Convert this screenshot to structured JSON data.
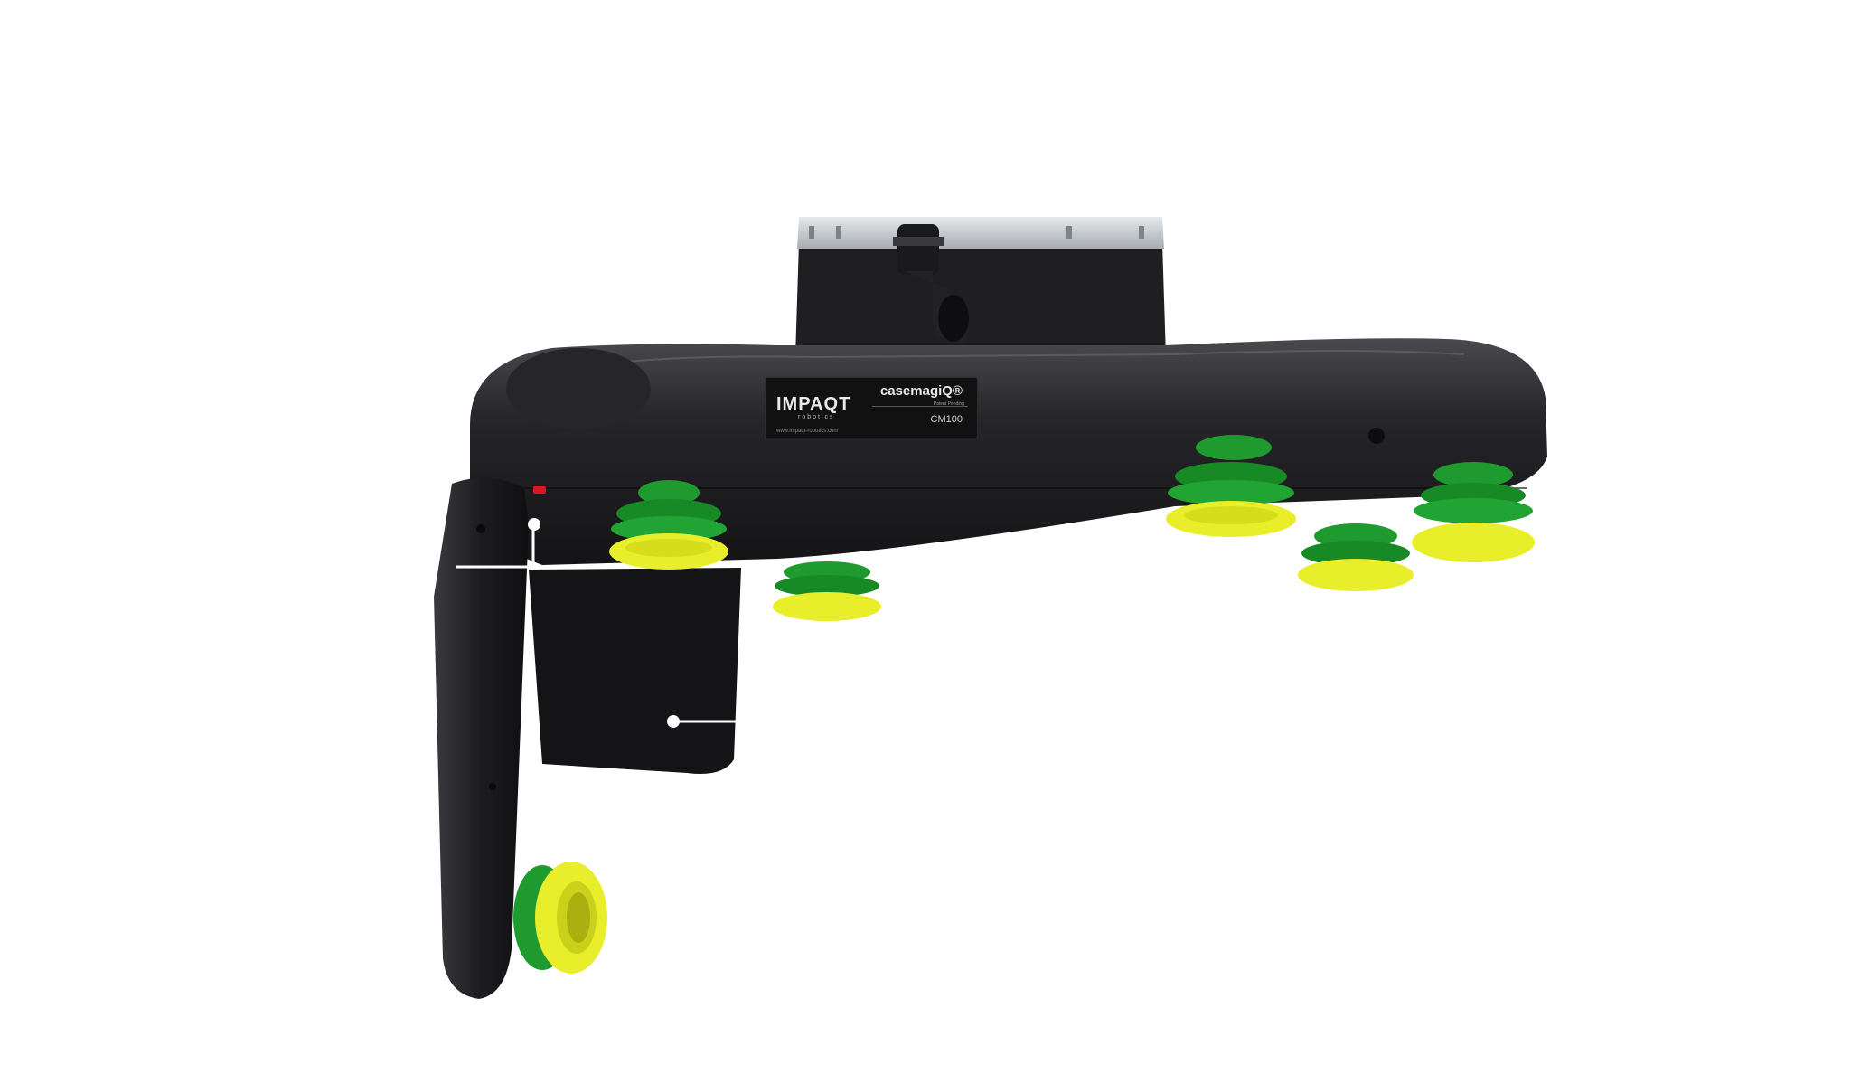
{
  "image": {
    "subject": "robotic vacuum gripper end effector",
    "colors": {
      "background": "#ffffff",
      "body": "#1b1b1d",
      "body_highlight": "#4a4a4e",
      "mount_top": "#cfd3d6",
      "cup_green": "#1f9a2e",
      "cup_yellow": "#e8ef2a",
      "led": "#e0141e"
    }
  },
  "label": {
    "brand": "IMPAQT",
    "brand_sub": "robotics",
    "product": "casemagiQ®",
    "tagline": "Patent Pending",
    "model": "CM100",
    "url": "www.impaqt-robotics.com"
  }
}
